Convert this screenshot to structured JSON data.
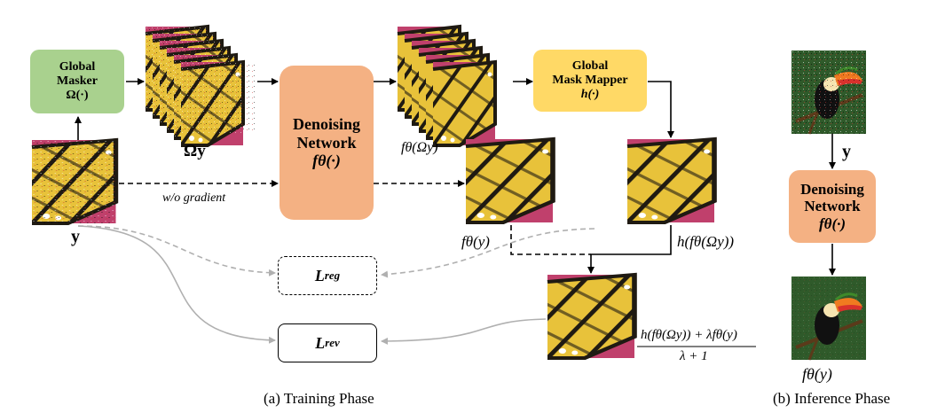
{
  "colors": {
    "masker": "#a9d18e",
    "network": "#f4b183",
    "mapper": "#ffd966",
    "arrow": "#000000",
    "loss_arrow": "#b0b0b0",
    "butterfly_body": "#e8c23a",
    "butterfly_vein": "#1f1a12",
    "flower_bg": "#c0406c",
    "toucan_bg": "#2f5a2a"
  },
  "training": {
    "global_masker": {
      "line1": "Global",
      "line2": "Masker",
      "line3": "Ω(·)"
    },
    "omega_y": "Ωy",
    "denoising_network": {
      "line1": "Denoising",
      "line2": "Network",
      "line3": "fθ(·)"
    },
    "f_omega_y": "fθ(Ωy)",
    "global_mask_mapper": {
      "line1": "Global",
      "line2": "Mask Mapper",
      "line3": "h(·)"
    },
    "input_y": "y",
    "wo_gradient": "w/o gradient",
    "f_y": "fθ(y)",
    "h_f_omega_y": "h(fθ(Ωy))",
    "loss_reg": {
      "main": "L",
      "sub": "reg"
    },
    "loss_rev": {
      "main": "L",
      "sub": "rev"
    },
    "fraction_numerator": "h(fθ(Ωy)) + λfθ(y)",
    "fraction_denominator": "λ + 1",
    "caption": "(a) Training Phase"
  },
  "inference": {
    "input_y": "y",
    "denoising_network": {
      "line1": "Denoising",
      "line2": "Network",
      "line3": "fθ(·)"
    },
    "output": "fθ(y)",
    "caption": "(b) Inference Phase"
  }
}
